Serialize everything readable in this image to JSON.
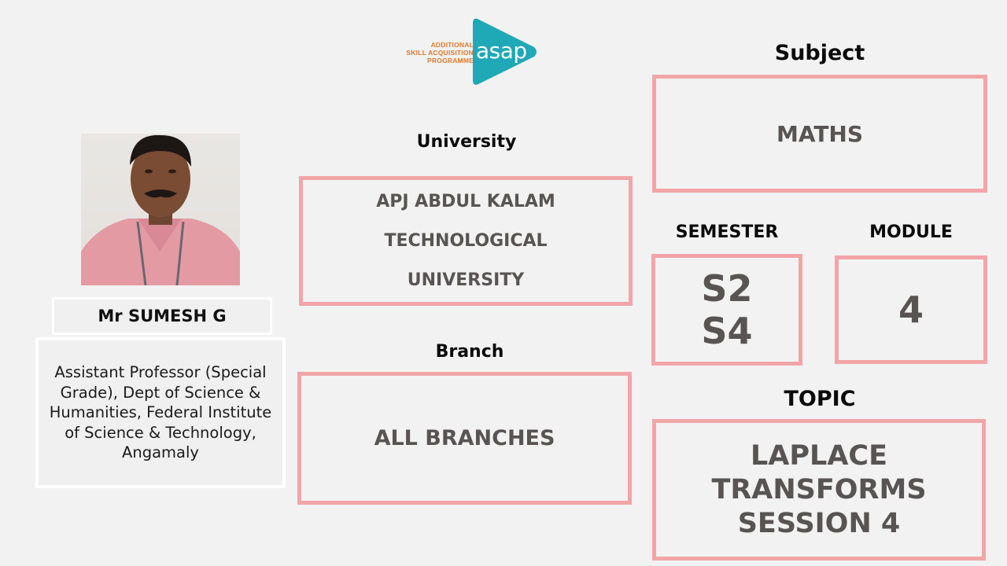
{
  "logo": {
    "lines": [
      "ADDITIONAL",
      "SKILL ACQUISITION",
      "PROGRAMME"
    ],
    "wordmark": "asap",
    "colors": {
      "text": "#e07a2e",
      "triangle": "#1fa8b5"
    }
  },
  "faculty": {
    "name": "Mr SUMESH G",
    "description": "Assistant Professor (Special Grade), Dept of Science & Humanities, Federal Institute of Science & Technology, Angamaly"
  },
  "university": {
    "label": "University",
    "lines": [
      "APJ ABDUL KALAM",
      "TECHNOLOGICAL",
      "UNIVERSITY"
    ]
  },
  "branch": {
    "label": "Branch",
    "value": "ALL BRANCHES"
  },
  "subject": {
    "label": "Subject",
    "value": "MATHS"
  },
  "semester": {
    "label": "SEMESTER",
    "lines": [
      "S2",
      "S4"
    ]
  },
  "module": {
    "label": "MODULE",
    "value": "4"
  },
  "topic": {
    "label": "TOPIC",
    "lines": [
      "LAPLACE",
      "TRANSFORMS",
      "SESSION 4"
    ]
  },
  "colors": {
    "background": "#f2f2f2",
    "box_border": "#f2a5a8",
    "value_text": "#595454",
    "label_text": "#0a0a0a"
  }
}
